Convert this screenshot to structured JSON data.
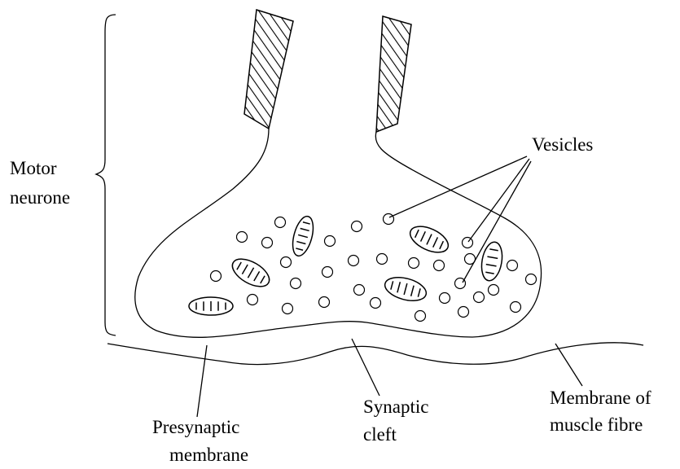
{
  "labels": {
    "motor_neurone": [
      "Motor",
      "neurone"
    ],
    "vesicles": "Vesicles",
    "presynaptic_membrane": [
      "Presynaptic",
      "membrane"
    ],
    "synaptic_cleft": [
      "Synaptic",
      "cleft"
    ],
    "muscle_membrane": [
      "Membrane of",
      "muscle fibre"
    ]
  }
}
